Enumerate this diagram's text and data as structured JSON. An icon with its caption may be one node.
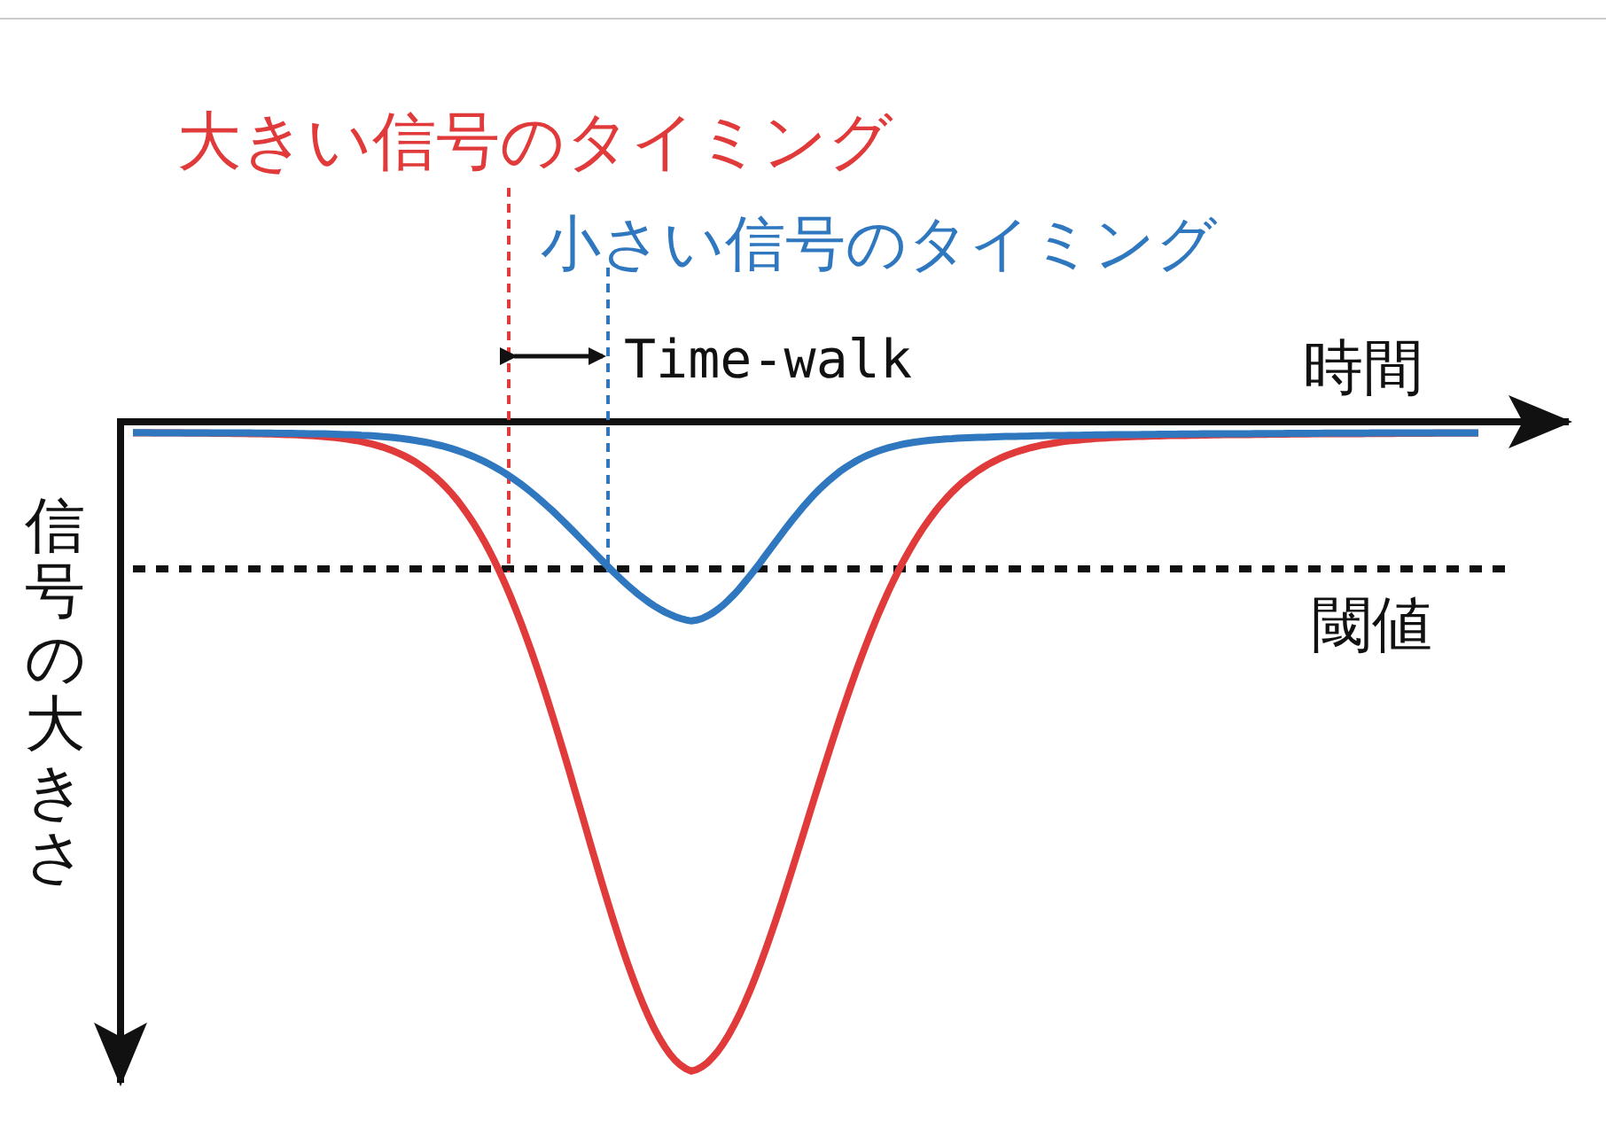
{
  "diagram": {
    "labels": [
      "大きい信号のタイミング",
      "小さい信号のタイミング",
      "Time-walk",
      "時間",
      "閾値",
      "信号の大きさ"
    ]
  }
}
